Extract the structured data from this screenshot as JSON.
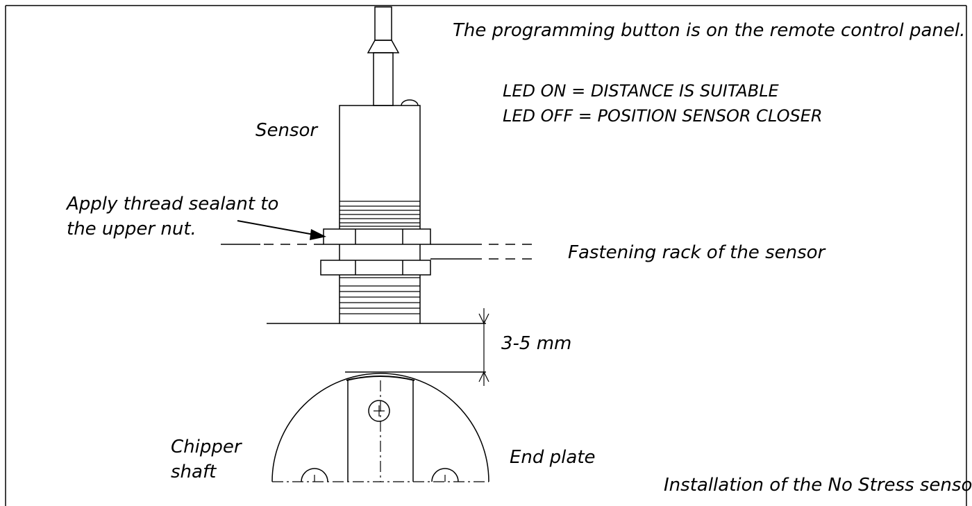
{
  "labels": {
    "programming_note": "The programming button is on the remote control panel.",
    "led_on": "LED ON = DISTANCE IS SUITABLE",
    "led_off": "LED OFF = POSITION SENSOR CLOSER",
    "sensor": "Sensor",
    "sealant_line1": "Apply thread sealant to",
    "sealant_line2": "the upper nut.",
    "fastening_rack": "Fastening rack of the sensor",
    "gap": "3-5 mm",
    "chipper_line1": "Chipper",
    "chipper_line2": "shaft",
    "end_plate": "End plate",
    "caption": "Installation of the No Stress sensor"
  }
}
